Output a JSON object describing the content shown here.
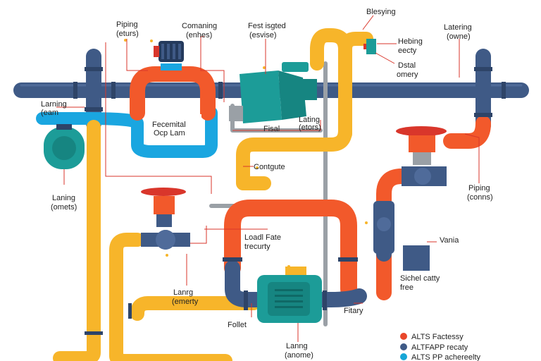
{
  "labels": {
    "piping_top": [
      "Piping",
      "(eturs)"
    ],
    "comaning": [
      "Comaning",
      "(enhes)"
    ],
    "fest_isgted": [
      "Fest isgted",
      "(esvise)"
    ],
    "blesying": [
      "Blesying"
    ],
    "hebing": [
      "Hebing",
      "eecty"
    ],
    "dstal": [
      "Dstal",
      "omery"
    ],
    "latering": [
      "Latering",
      "(owne)"
    ],
    "larning_left": [
      "Larning",
      "(eam"
    ],
    "fecemital": [
      "Fecemital",
      "Ocp Lam"
    ],
    "fisal": [
      "Fisal"
    ],
    "lating_mid": [
      "Lating",
      "(etors)"
    ],
    "contgute": [
      "Contgute"
    ],
    "laning": [
      "Laning",
      "(omets)"
    ],
    "piping_right": [
      "Piping",
      "(conns)"
    ],
    "loadl_fate": [
      "Loadl Fate",
      "trecurty"
    ],
    "vania": [
      "Vania"
    ],
    "sichel": [
      "Sichel catty",
      "free"
    ],
    "lanrg": [
      "Lanrg",
      "(emerty"
    ],
    "follet": [
      "Follet"
    ],
    "fitary": [
      "Fitary"
    ],
    "lanng_bottom": [
      "Lanng",
      "(anome)"
    ]
  },
  "legend": [
    {
      "label": "ALTS Factessy",
      "color": "#e8472b"
    },
    {
      "label": "ALTFAPP recaty",
      "color": "#3f5a86"
    },
    {
      "label": "ALTS PP achereelty",
      "color": "#17a6d6"
    }
  ],
  "colors": {
    "navy": "#3f5a86",
    "orange": "#f2592b",
    "yellow": "#f7b52a",
    "blue": "#1aa6e0",
    "teal": "#1c9c98",
    "gray": "#9aa0a6",
    "red": "#d9362b"
  }
}
